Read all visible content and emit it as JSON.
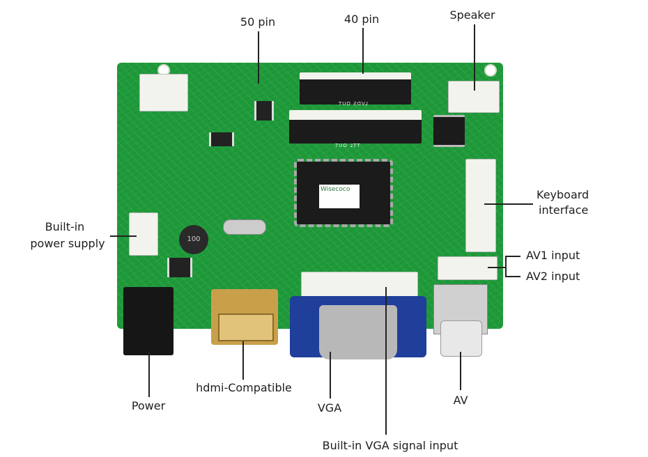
{
  "labels": {
    "pin50": "50 pin",
    "pin40": "40 pin",
    "speaker": "Speaker",
    "keyboard_line1": "Keyboard",
    "keyboard_line2": "interface",
    "power_supply_line1": "Built-in",
    "power_supply_line2": "power supply",
    "av1": "AV1 input",
    "av2": "AV2 input",
    "power": "Power",
    "hdmi": "hdmi-Compatible",
    "vga": "VGA",
    "vga_signal": "Built-in VGA signal input",
    "av": "AV"
  },
  "board": {
    "silk_lvds": "LVDS OUT",
    "silk_ttl": "TTL OUT",
    "chip_brand": "Wisecoco",
    "inductor_mark": "100"
  },
  "colors": {
    "pcb": "#1f9a3a",
    "vga_port": "#1f3f9a",
    "hdmi": "#c9a04a"
  }
}
